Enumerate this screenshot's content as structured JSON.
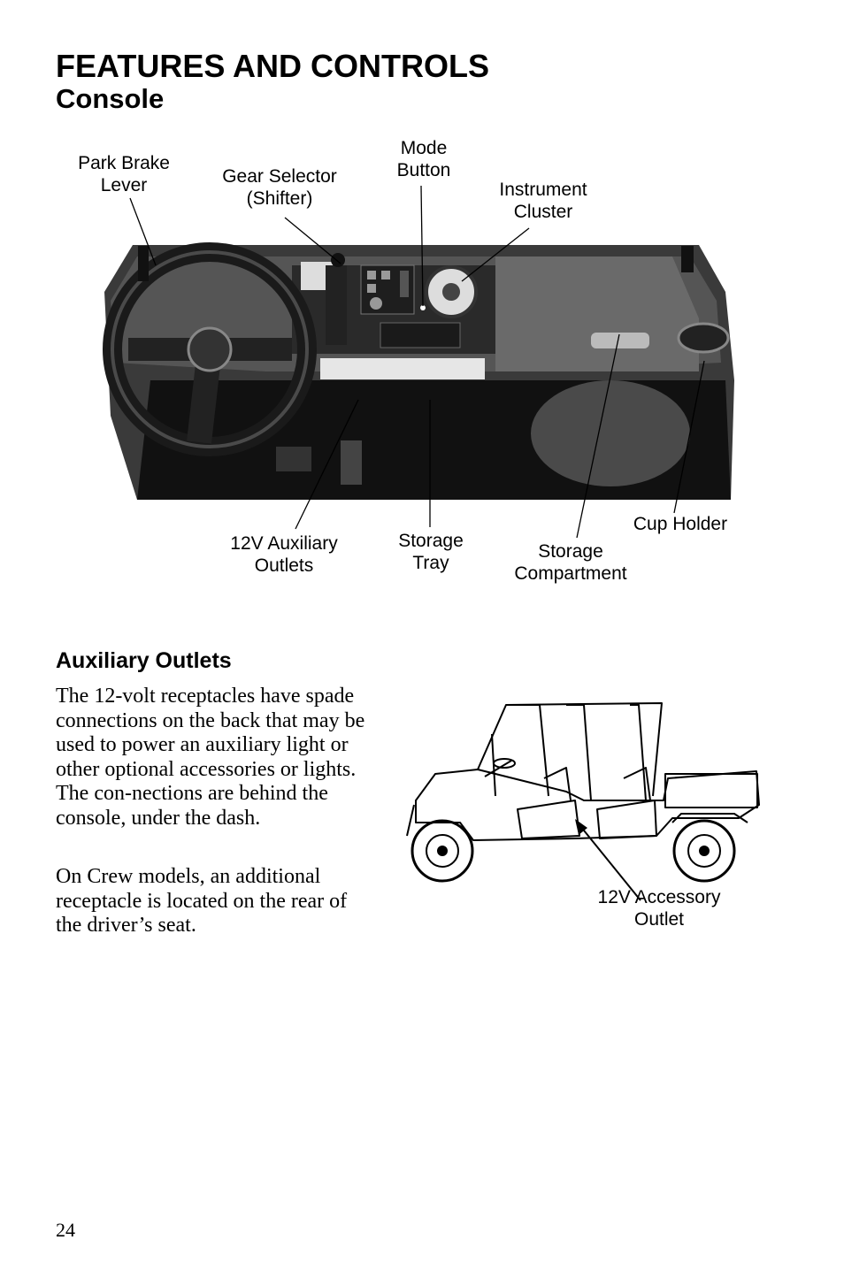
{
  "heading": "FEATURES AND CONTROLS",
  "subheading": "Console",
  "console_labels": {
    "park_brake": "Park Brake\nLever",
    "gear_selector": "Gear Selector\n(Shifter)",
    "mode_button": "Mode\nButton",
    "instrument_cluster": "Instrument\nCluster",
    "aux_outlets": "12V Auxiliary\nOutlets",
    "storage_tray": "Storage\nTray",
    "storage_compartment": "Storage\nCompartment",
    "cup_holder": "Cup Holder"
  },
  "section_heading": "Auxiliary Outlets",
  "paragraphs": [
    "The 12-volt receptacles have spade connections on the back that may be used to power an auxiliary light or other optional accessories or lights. The con-nections are behind the console, under the dash.",
    "On Crew models, an additional receptacle is located on the rear of the driver’s seat."
  ],
  "vehicle_label": "12V Accessory\nOutlet",
  "page_number": "24"
}
